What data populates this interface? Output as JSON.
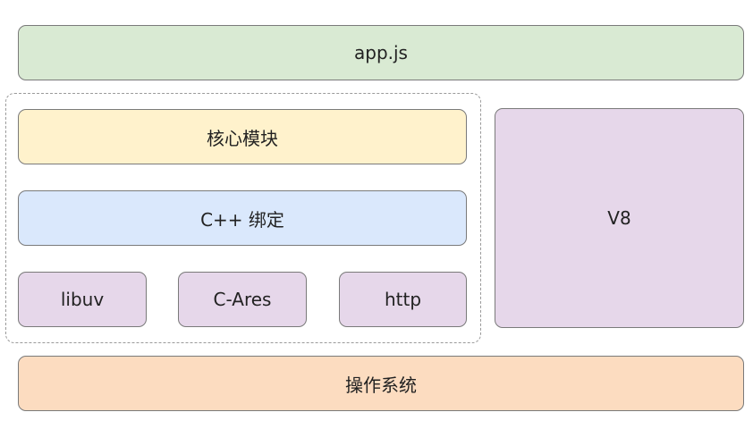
{
  "diagram": {
    "app": {
      "label": "app.js",
      "color": "#d9ead3"
    },
    "core_modules": {
      "label": "核心模块",
      "color": "#fff2cc"
    },
    "cpp_bindings": {
      "label": "C++ 绑定",
      "color": "#dae8fc"
    },
    "libuv": {
      "label": "libuv",
      "color": "#e6d7ea"
    },
    "cares": {
      "label": "C-Ares",
      "color": "#e6d7ea"
    },
    "http": {
      "label": "http",
      "color": "#e6d7ea"
    },
    "v8": {
      "label": "V8",
      "color": "#e6d7ea"
    },
    "os": {
      "label": "操作系统",
      "color": "#fcdcc0"
    },
    "border_color": "#7a7a7a"
  }
}
